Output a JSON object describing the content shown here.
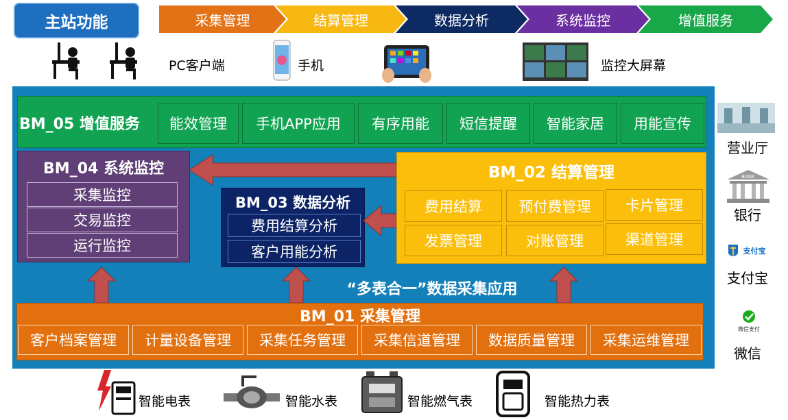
{
  "header": {
    "main_function": "主站功能",
    "steps": [
      {
        "label": "采集管理",
        "color": "#e37216"
      },
      {
        "label": "结算管理",
        "color": "#f7b812"
      },
      {
        "label": "数据分析",
        "color": "#0d2a63"
      },
      {
        "label": "系统监控",
        "color": "#6a2fa0"
      },
      {
        "label": "增值服务",
        "color": "#18a84a"
      }
    ]
  },
  "devices": [
    {
      "label": "PC客户端",
      "icon": "desktop-user-icon"
    },
    {
      "label": "手机",
      "icon": "phone-icon"
    },
    {
      "label": "",
      "icon": "tablet-icon"
    },
    {
      "label": "监控大屏幕",
      "icon": "video-wall-icon"
    }
  ],
  "bm05": {
    "title": "BM_05 增值服务",
    "items": [
      "能效管理",
      "手机APP应用",
      "有序用能",
      "短信提醒",
      "智能家居",
      "用能宣传"
    ]
  },
  "bm04": {
    "title": "BM_04 系统监控",
    "items": [
      "采集监控",
      "交易监控",
      "运行监控"
    ]
  },
  "bm03": {
    "title": "BM_03 数据分析",
    "items": [
      "费用结算分析",
      "客户用能分析"
    ]
  },
  "bm02": {
    "title": "BM_02 结算管理",
    "items": [
      "费用结算",
      "预付费管理",
      "卡片管理",
      "发票管理",
      "对账管理",
      "渠道管理"
    ]
  },
  "multi_meter": "“多表合一”数据采集应用",
  "bm01": {
    "title": "BM_01 采集管理",
    "items": [
      "客户档案管理",
      "计量设备管理",
      "采集任务管理",
      "采集信道管理",
      "数据质量管理",
      "采集运维管理"
    ]
  },
  "payment_channels": [
    {
      "label": "营业厅",
      "icon": "service-hall-icon"
    },
    {
      "label": "银行",
      "icon": "bank-icon",
      "icon_text": "BANK"
    },
    {
      "label": "支付宝",
      "icon": "alipay-icon",
      "icon_text": "支付宝"
    },
    {
      "label": "微信",
      "icon": "wechat-pay-icon",
      "icon_text": "微信支付"
    }
  ],
  "meters": [
    {
      "label": "智能电表",
      "icon": "electric-meter-icon"
    },
    {
      "label": "智能水表",
      "icon": "water-meter-icon"
    },
    {
      "label": "智能燃气表",
      "icon": "gas-meter-icon"
    },
    {
      "label": "智能热力表",
      "icon": "heat-meter-icon"
    }
  ]
}
